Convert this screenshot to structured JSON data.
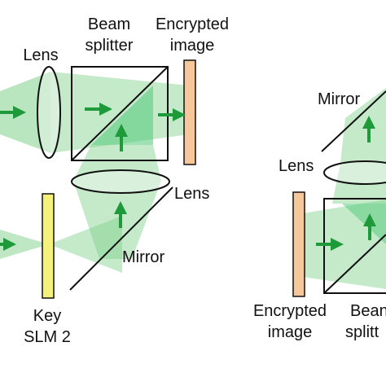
{
  "labels": {
    "lens_top": "Lens",
    "beam_splitter_line1": "Beam",
    "beam_splitter_line2": "splitter",
    "encrypted_image_line1": "Encrypted",
    "encrypted_image_line2": "image",
    "lens_mid": "Lens",
    "mirror_left": "Mirror",
    "key_slm_line1": "Key",
    "key_slm_line2": "SLM 2",
    "mirror_right": "Mirror",
    "lens_right": "Lens",
    "encrypted_image_right_line1": "Encrypted",
    "encrypted_image_right_line2": "image",
    "beam_splitter_right_line1": "Bean",
    "beam_splitter_right_line2": "splitt"
  },
  "colors": {
    "beam": "#7fd08a",
    "beam_dark": "#3bbf64",
    "arrow": "#1f9a3a",
    "encrypted_plate": "#f6c79a",
    "slm_plate": "#f4f27a",
    "line": "#111111"
  }
}
